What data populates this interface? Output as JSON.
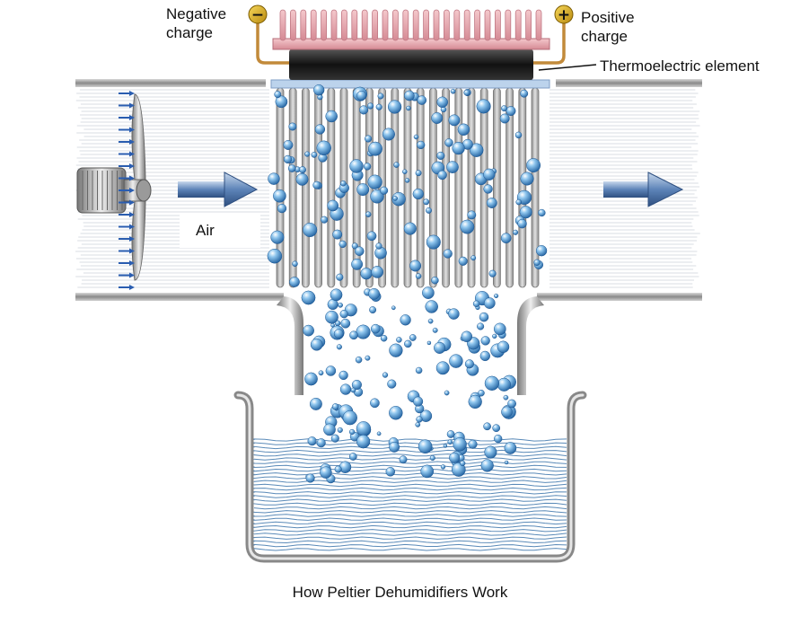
{
  "labels": {
    "negative": "Negative\ncharge",
    "positive": "Positive\ncharge",
    "thermo": "Thermoelectric element",
    "air": "Air",
    "caption": "How Peltier Dehumidifiers Work"
  },
  "symbols": {
    "minus": "−",
    "plus": "+"
  },
  "colors": {
    "heatsink": "#e8a8b0",
    "element": "#2a2a2a",
    "duct": "#9a9a9a",
    "water_line": "#5a8ab8",
    "droplet": "#3a8fd0",
    "airflow_arrow": "#2a5db0",
    "big_arrow": "#6a8ab8"
  }
}
